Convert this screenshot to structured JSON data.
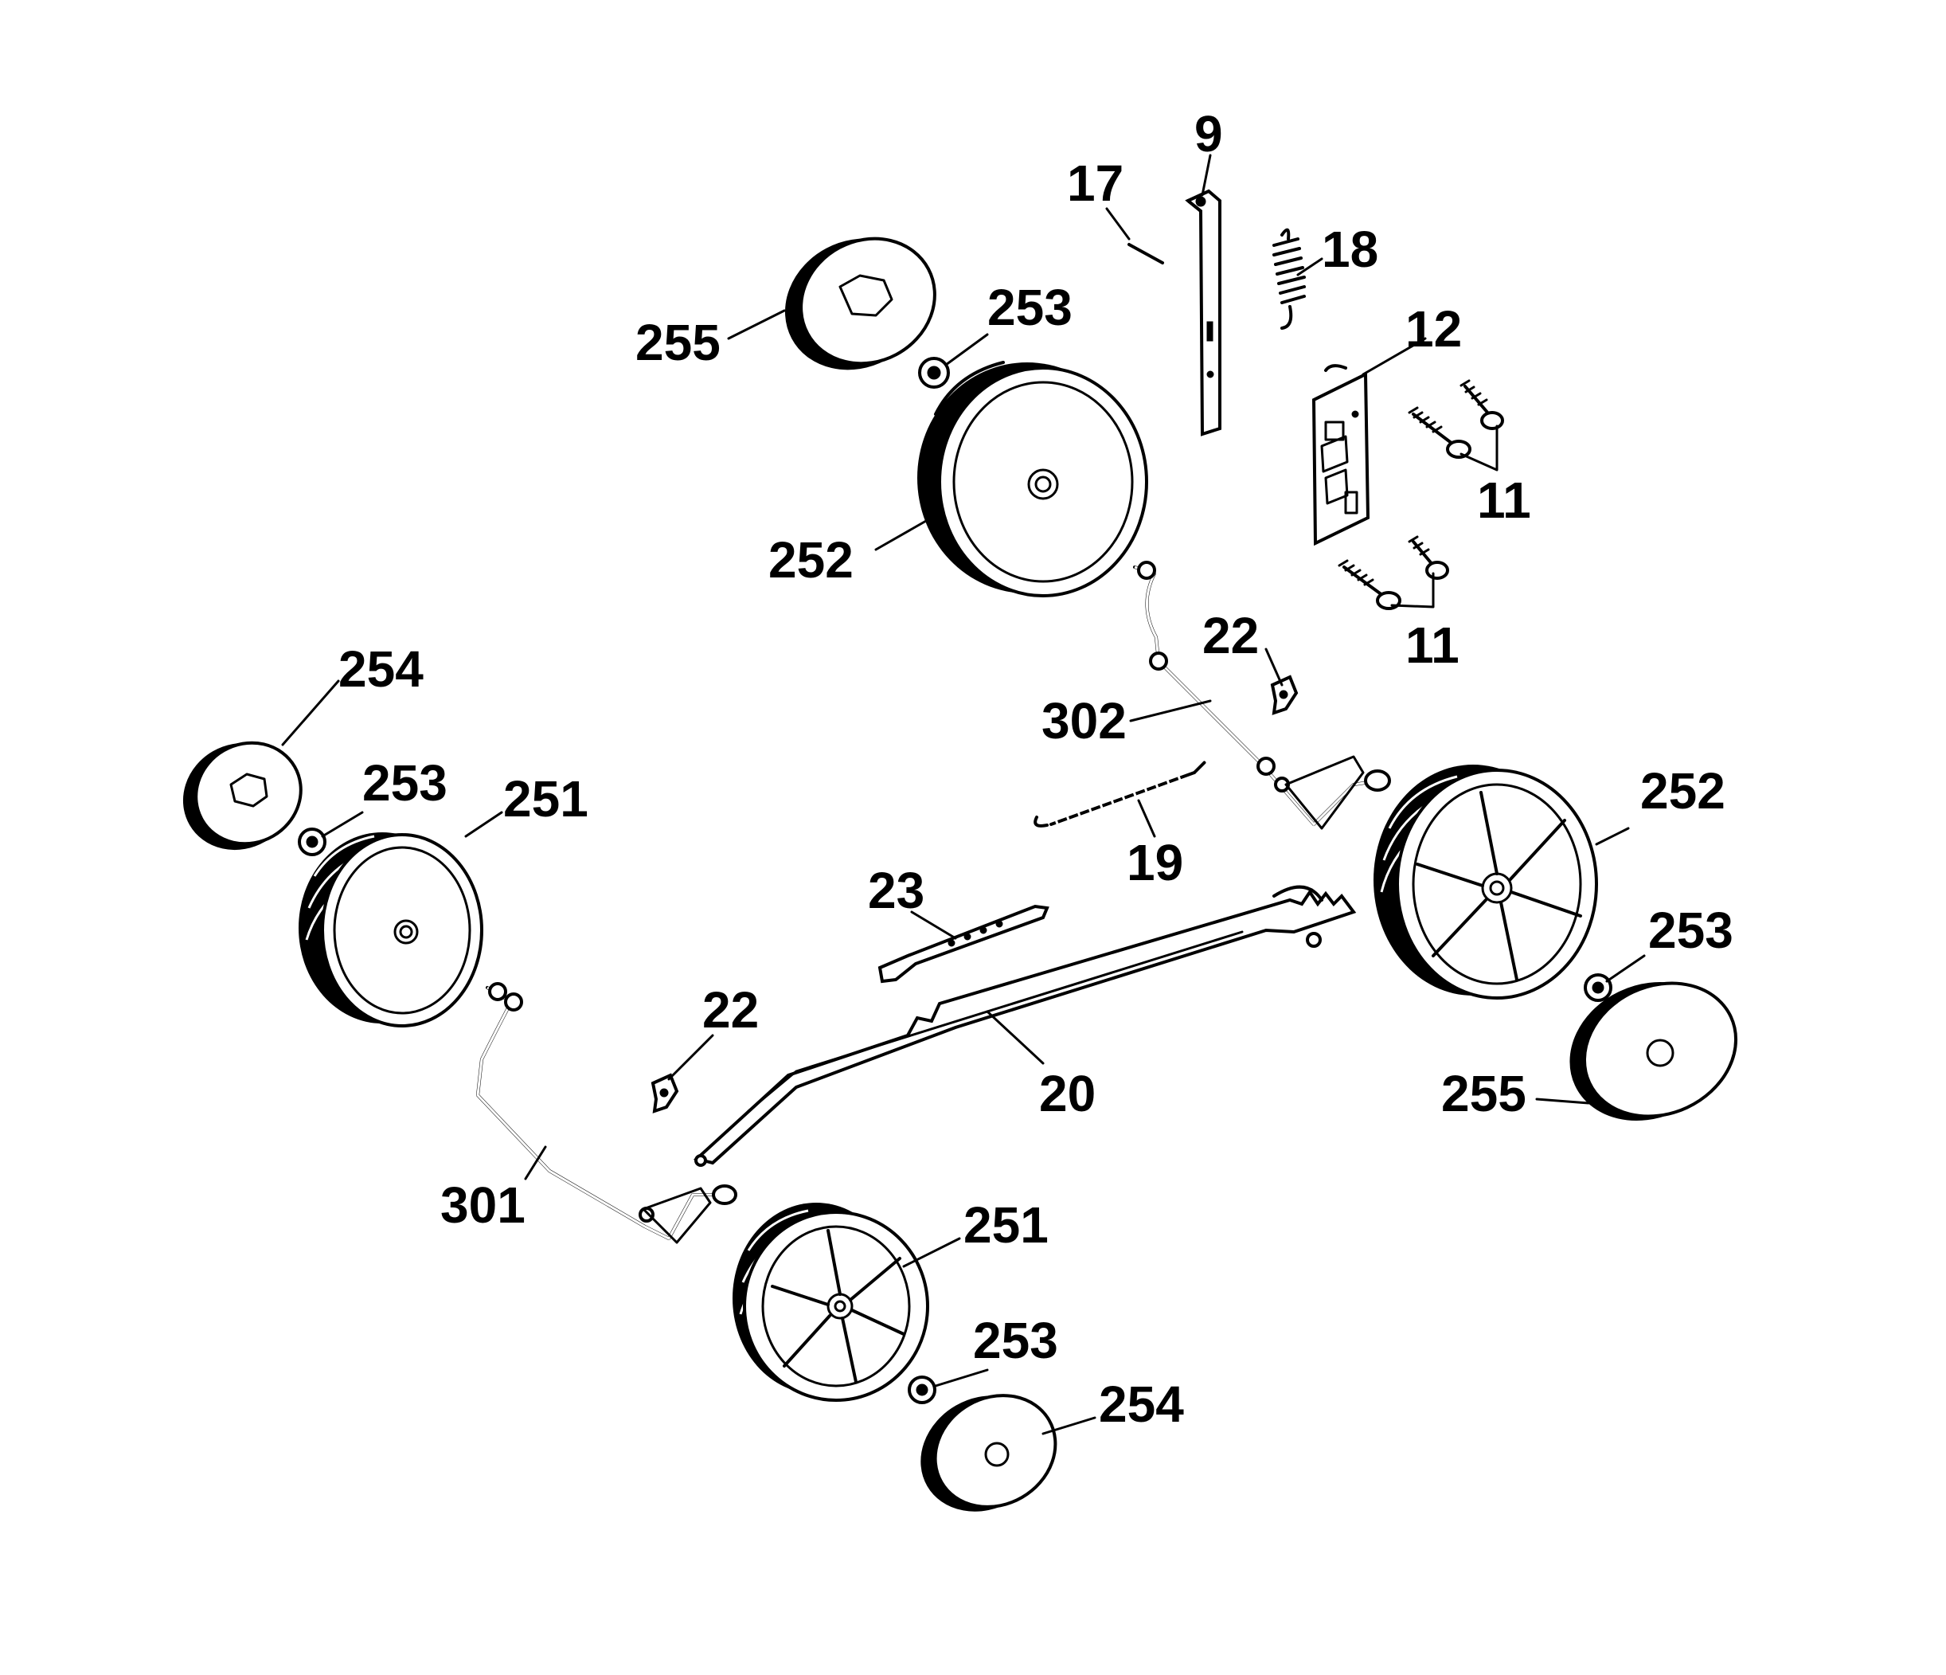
{
  "diagram": {
    "labels": {
      "p9": "9",
      "p17": "17",
      "p18": "18",
      "p12": "12",
      "p11_top": "11",
      "p11_bottom": "11",
      "p255_top": "255",
      "p253_top": "253",
      "p252_top": "252",
      "p22_right": "22",
      "p302": "302",
      "p19": "19",
      "p254_left": "254",
      "p253_left": "253",
      "p251_left": "251",
      "p23": "23",
      "p22_left": "22",
      "p20": "20",
      "p252_right": "252",
      "p253_right": "253",
      "p255_right": "255",
      "p301": "301",
      "p251_bottom": "251",
      "p253_bottom": "253",
      "p254_bottom": "254"
    }
  }
}
